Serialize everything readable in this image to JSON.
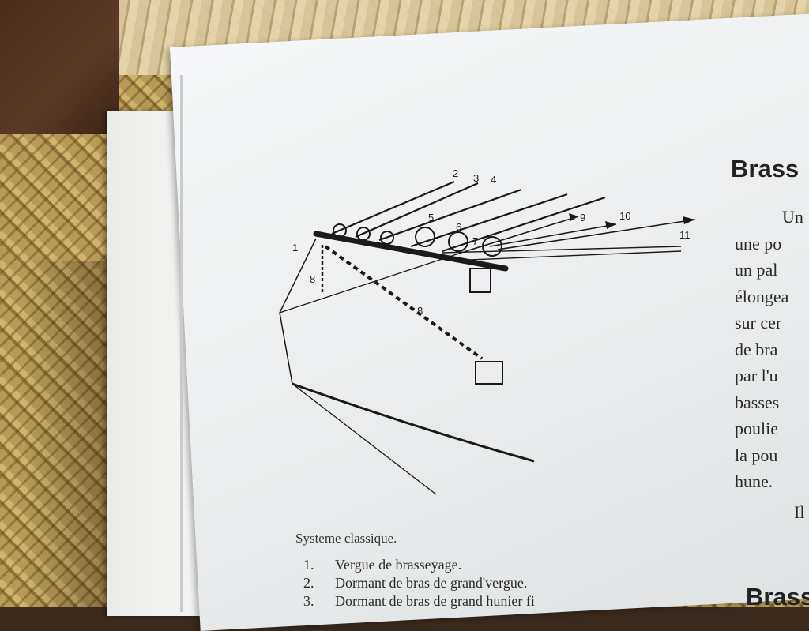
{
  "diagram": {
    "labels": [
      "1",
      "2",
      "3",
      "4",
      "5",
      "6",
      "7",
      "8",
      "8",
      "9",
      "10",
      "11"
    ]
  },
  "caption": "Systeme classique.",
  "legend": [
    {
      "num": "1.",
      "text": "Vergue de brasseyage."
    },
    {
      "num": "2.",
      "text": "Dormant de bras de grand'vergue."
    },
    {
      "num": "3.",
      "text": "Dormant de bras de grand hunier fi"
    }
  ],
  "heading": "Brass",
  "body_lines": [
    "Un",
    "une po",
    "un pal",
    "élongea",
    "sur cer",
    "de bra",
    "par l'u",
    "basses",
    "poulie",
    "la pou",
    "hune."
  ],
  "tail": "Il",
  "heading2": "Brass"
}
